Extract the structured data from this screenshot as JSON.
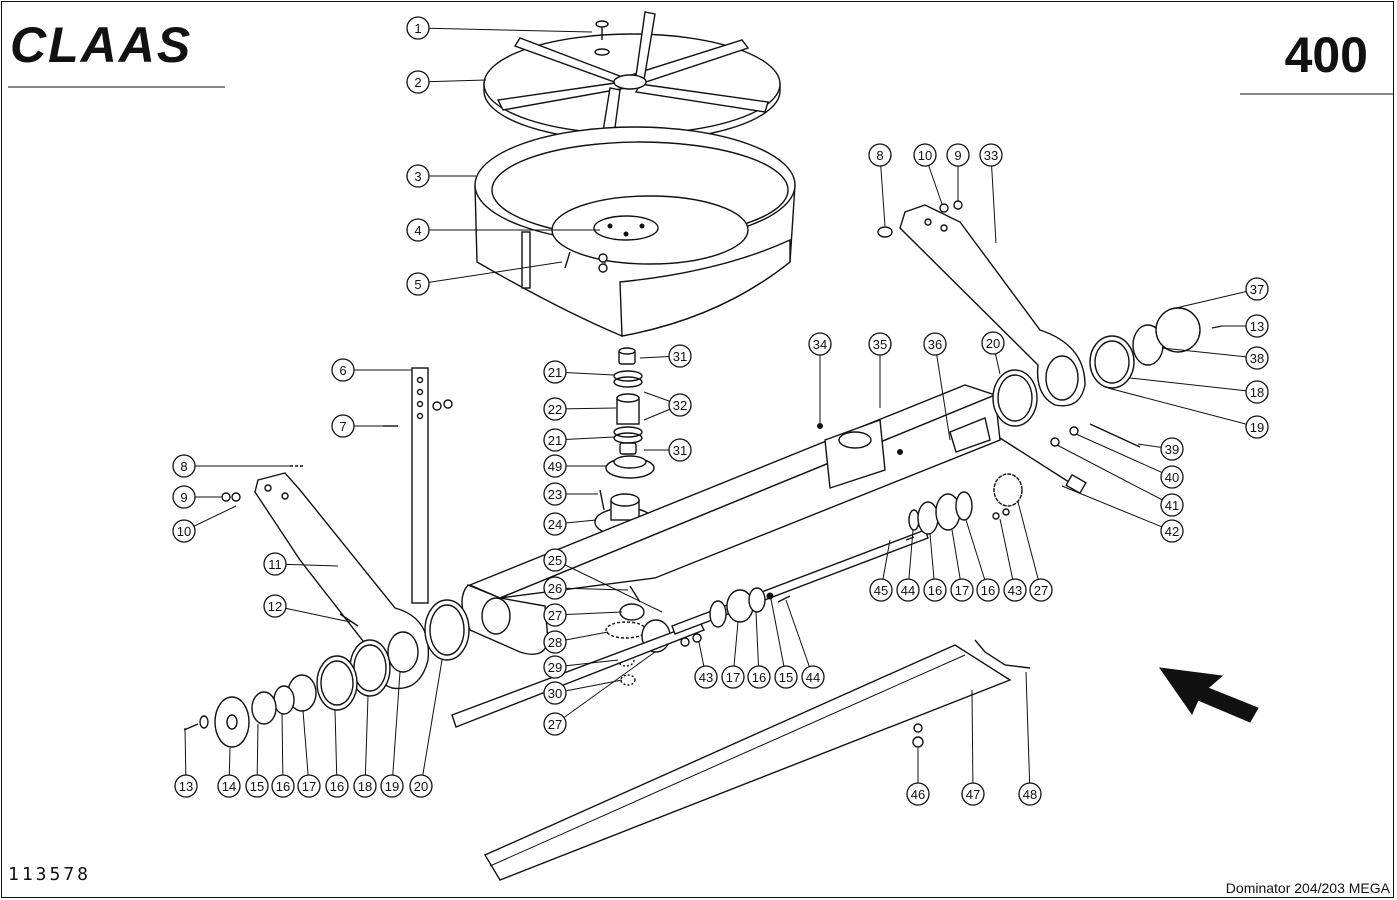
{
  "header": {
    "brand": "CLAAS",
    "page_number": "400"
  },
  "footer": {
    "drawing_number": "113578",
    "model": "Dominator 204/203 MEGA"
  },
  "callouts": [
    "1",
    "2",
    "3",
    "4",
    "5",
    "6",
    "7",
    "8",
    "9",
    "10",
    "11",
    "12",
    "13",
    "14",
    "15",
    "16",
    "17",
    "16",
    "18",
    "19",
    "20",
    "21",
    "31",
    "22",
    "32",
    "21",
    "31",
    "49",
    "23",
    "24",
    "25",
    "26",
    "27",
    "28",
    "29",
    "30",
    "27",
    "34",
    "35",
    "36",
    "20",
    "8",
    "10",
    "9",
    "33",
    "37",
    "13",
    "38",
    "18",
    "19",
    "39",
    "40",
    "41",
    "42",
    "45",
    "44",
    "16",
    "17",
    "16",
    "43",
    "27",
    "43",
    "17",
    "16",
    "15",
    "44",
    "46",
    "47",
    "48"
  ]
}
